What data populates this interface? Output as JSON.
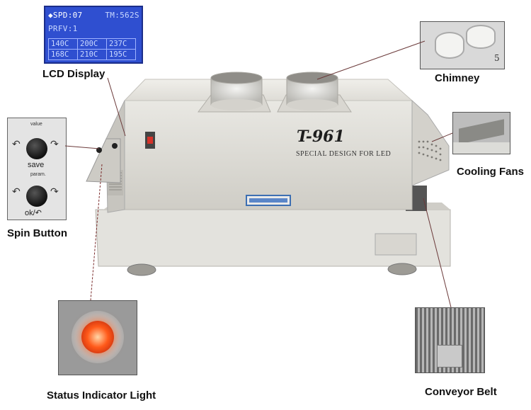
{
  "labels": {
    "lcd_display": "LCD Display",
    "spin_button": "Spin Button",
    "status_indicator": "Status Indicator Light",
    "chimney": "Chimney",
    "cooling_fans": "Cooling Fans",
    "conveyor_belt": "Conveyor Belt"
  },
  "lcd": {
    "line1_left": "◆SPD:07",
    "line1_right": "TM:562S",
    "line2": "PRFV:1",
    "temps": [
      [
        "140C",
        "200C",
        "237C"
      ],
      [
        "168C",
        "210C",
        "195C"
      ]
    ]
  },
  "machine": {
    "model": "T-961",
    "tagline": "SPECIAL DESIGN FOR LED",
    "chimney_num": "5"
  },
  "spin_panel": {
    "value_label": "value",
    "save_label": "save",
    "param_label": "param.",
    "ok_label": "ok/↶"
  },
  "colors": {
    "machine_body": "#dedcd6",
    "lcd_bg": "#2f4fd0",
    "status_glow": "#ff5a1a"
  }
}
